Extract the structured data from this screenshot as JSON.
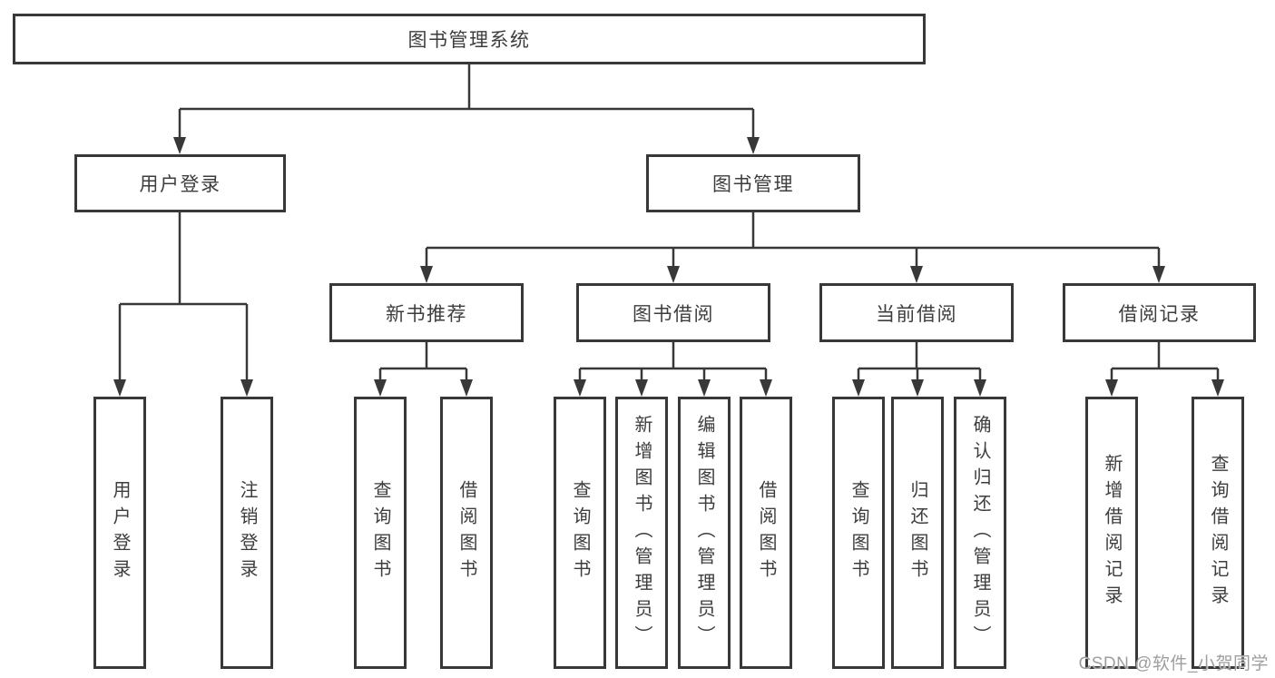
{
  "diagram": {
    "title": "图书管理系统",
    "type": "tree-structure-diagram",
    "colors": {
      "line": "#383838",
      "border": "#383838",
      "text": "#3d3d3d",
      "background": "#ffffff",
      "watermark": "#9e9e9e"
    }
  },
  "tree": {
    "root": {
      "label": "图书管理系统"
    },
    "branches": [
      {
        "label": "用户登录",
        "children": [
          {
            "label": "用户登录"
          },
          {
            "label": "注销登录"
          }
        ]
      },
      {
        "label": "图书管理",
        "children": [
          {
            "label": "新书推荐",
            "children": [
              {
                "label": "查询图书"
              },
              {
                "label": "借阅图书"
              }
            ]
          },
          {
            "label": "图书借阅",
            "children": [
              {
                "label": "查询图书"
              },
              {
                "label": "新增图书（管理员）"
              },
              {
                "label": "编辑图书（管理员）"
              },
              {
                "label": "借阅图书"
              }
            ]
          },
          {
            "label": "当前借阅",
            "children": [
              {
                "label": "查询图书"
              },
              {
                "label": "归还图书"
              },
              {
                "label": "确认归还（管理员）"
              }
            ]
          },
          {
            "label": "借阅记录",
            "children": [
              {
                "label": "新增借阅记录"
              },
              {
                "label": "查询借阅记录"
              }
            ]
          }
        ]
      }
    ]
  },
  "watermark": {
    "text": "CSDN @软件_小贺同学"
  }
}
